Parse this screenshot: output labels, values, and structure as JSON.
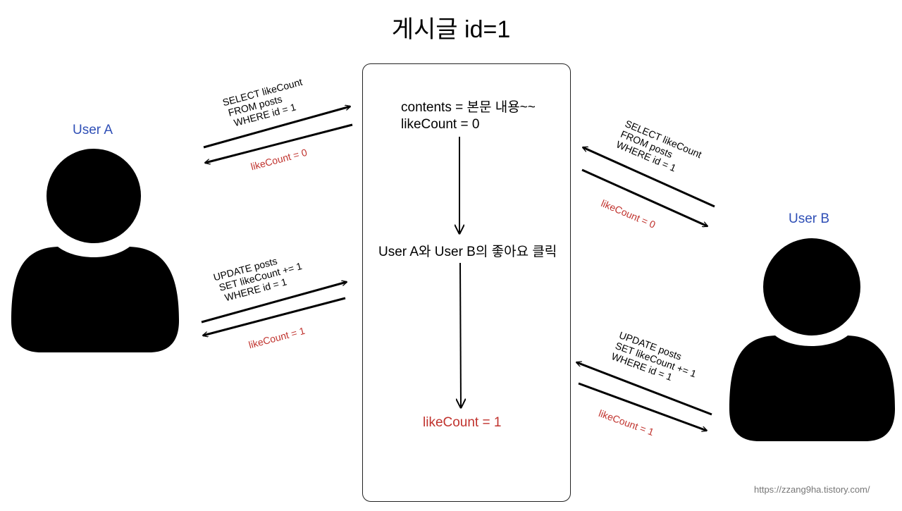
{
  "title": "게시글 id=1",
  "user_a": {
    "label": "User A"
  },
  "user_b": {
    "label": "User B"
  },
  "post": {
    "line1": "contents = 본문 내용~~",
    "line2": "likeCount = 0",
    "middle": "User A와 User B의 좋아요 클릭",
    "result": "likeCount = 1"
  },
  "user_a_select": {
    "lines": [
      "SELECT likeCount",
      "FROM posts",
      "WHERE id = 1"
    ],
    "response": "likeCount = 0"
  },
  "user_a_update": {
    "lines": [
      "UPDATE posts",
      "SET likeCount += 1",
      "WHERE id = 1"
    ],
    "response": "likeCount = 1"
  },
  "user_b_select": {
    "lines": [
      "SELECT likeCount",
      "FROM posts",
      "WHERE id = 1"
    ],
    "response": "likeCount = 0"
  },
  "user_b_update": {
    "lines": [
      "UPDATE posts",
      "SET likeCount += 1",
      "WHERE id = 1"
    ],
    "response": "likeCount = 1"
  },
  "watermark": "https://zzang9ha.tistory.com/",
  "colors": {
    "user_label": "#2f4fb6",
    "response": "#c0322d",
    "arrow": "#000000"
  }
}
